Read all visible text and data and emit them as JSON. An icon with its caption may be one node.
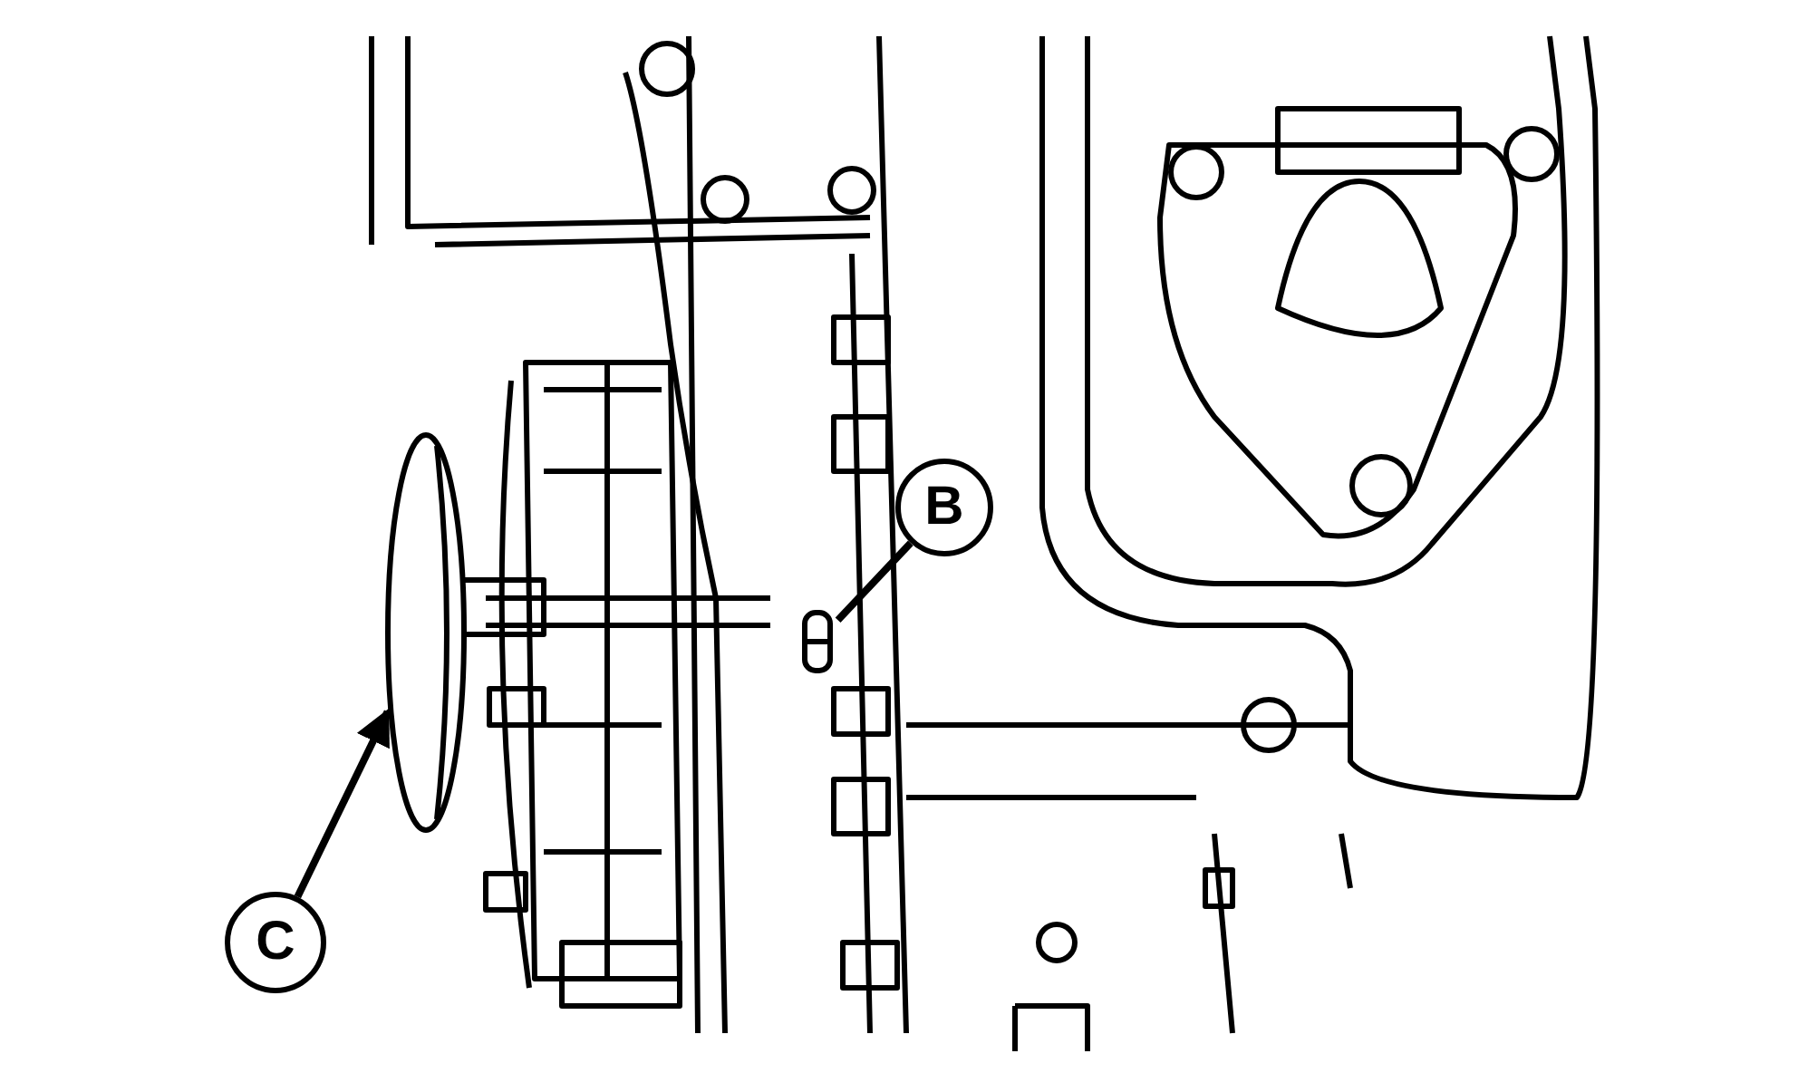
{
  "diagram": {
    "nodes": [
      {
        "text": [
          "B"
        ]
      },
      {
        "text": [],
        "shape": "picture"
      },
      {
        "text": [
          "C"
        ]
      },
      {
        "text": [],
        "shape": "picture"
      }
    ],
    "edges": [
      {
        "from": 0,
        "to": 3,
        "arrow": "none"
      },
      {
        "from": 2,
        "to": 1,
        "arrow": "to"
      }
    ]
  }
}
